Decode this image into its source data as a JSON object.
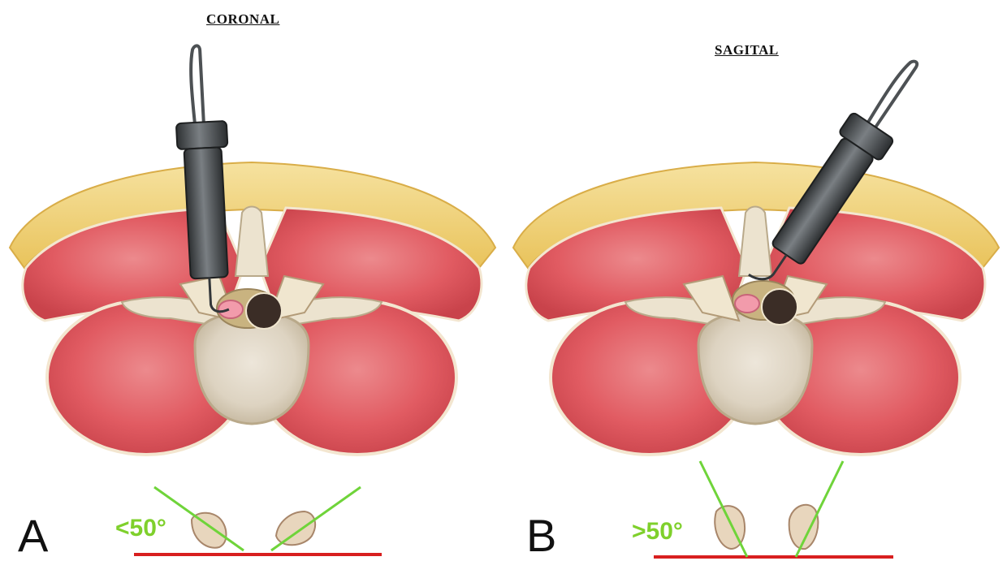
{
  "panels": [
    {
      "id": "A",
      "title": "CORONAL",
      "angle_label": "<50°"
    },
    {
      "id": "B",
      "title": "SAGITAL",
      "angle_label": ">50°"
    }
  ],
  "colors": {
    "angle_text": "#7fd02c",
    "angle_lines": "#6fd43a",
    "baseline": "#d81f1f",
    "muscle": "#e2565e",
    "fat": "#f2d57a",
    "bone": "#ece3cf",
    "instrument": "#4b4f52"
  }
}
